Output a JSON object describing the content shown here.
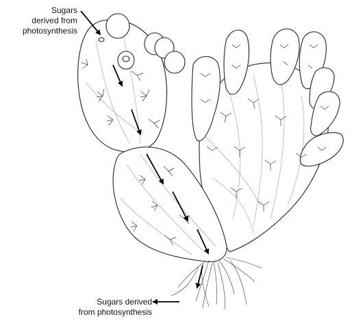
{
  "labels": {
    "top": {
      "line1": "Sugars",
      "line2": "derived from",
      "line3": "photosynthesis"
    },
    "bottom": {
      "line1": "Sugars derived",
      "line2": "from photosynthesis"
    }
  },
  "colors": {
    "outline": "#222222",
    "arrow": "#000000",
    "background": "#ffffff"
  }
}
